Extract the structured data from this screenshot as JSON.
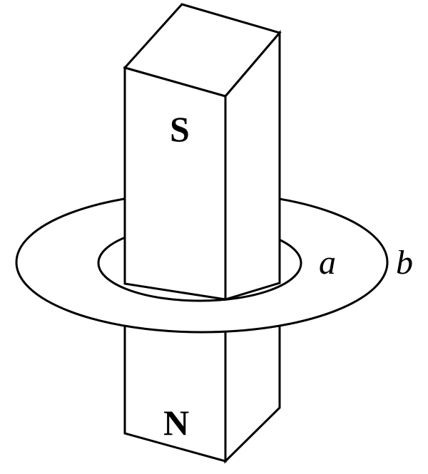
{
  "magnet": {
    "top_pole": "S",
    "bottom_pole": "N"
  },
  "rings": {
    "inner_label": "a",
    "outer_label": "b"
  }
}
